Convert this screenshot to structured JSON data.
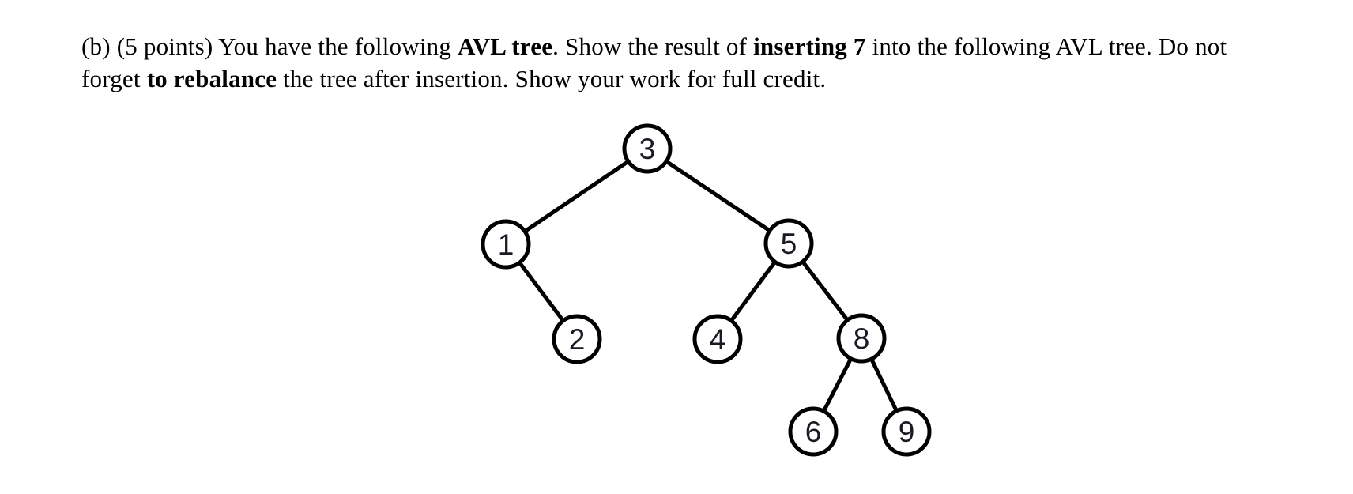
{
  "question": {
    "line1": {
      "t1": "(b) (5 points) You have the following ",
      "b1": "AVL tree",
      "t2": ". Show the result of ",
      "b2": "inserting 7",
      "t3": " into the following AVL tree. Do not"
    },
    "line2": {
      "t1": "forget ",
      "b1": "to rebalance",
      "t2": " the tree after insertion. Show your work for full credit."
    }
  },
  "tree": {
    "nodes": [
      {
        "value": "3"
      },
      {
        "value": "1"
      },
      {
        "value": "5"
      },
      {
        "value": "2"
      },
      {
        "value": "4"
      },
      {
        "value": "8"
      },
      {
        "value": "6"
      },
      {
        "value": "9"
      }
    ],
    "edges": [
      [
        "3",
        "1"
      ],
      [
        "3",
        "5"
      ],
      [
        "1",
        "2"
      ],
      [
        "5",
        "4"
      ],
      [
        "5",
        "8"
      ],
      [
        "8",
        "6"
      ],
      [
        "8",
        "9"
      ]
    ],
    "colors": {
      "node_fill": "#ffffff",
      "node_stroke": "#000000",
      "edge": "#000000",
      "label": "#1a1a24",
      "text": "#000000",
      "background": "#ffffff"
    }
  }
}
